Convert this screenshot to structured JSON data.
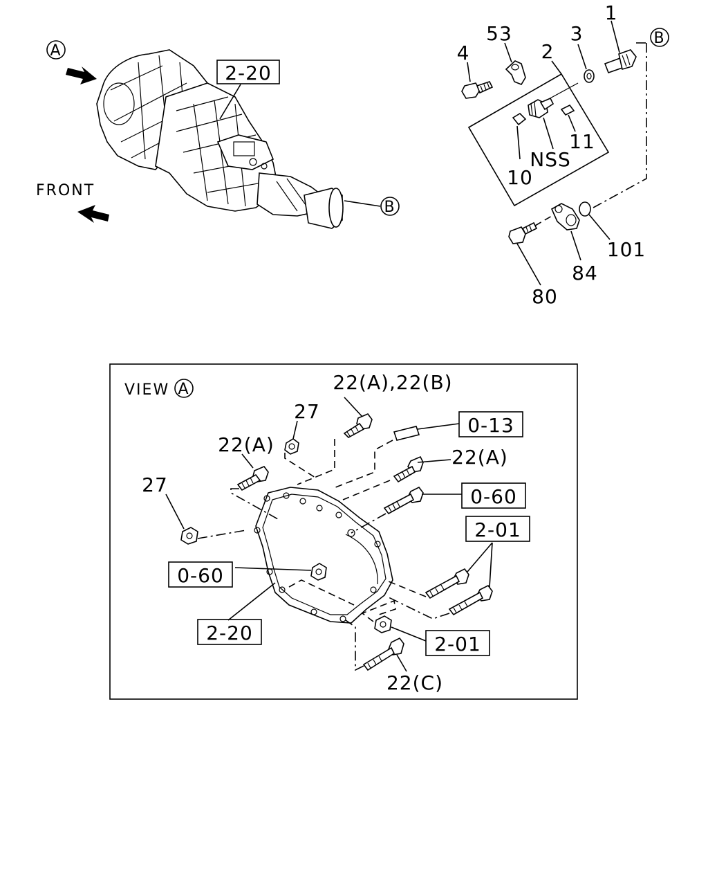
{
  "labels": {
    "circle_a": "A",
    "circle_b_top": "B",
    "circle_b_right": "B",
    "circle_a_view": "A",
    "front": "FRONT",
    "box_2_20_top": "2-20",
    "p1": "1",
    "p53": "53",
    "p3": "3",
    "p4": "4",
    "p2": "2",
    "p11": "11",
    "nss": "NSS",
    "p10": "10",
    "p101": "101",
    "p84": "84",
    "p80": "80",
    "view": "VIEW",
    "p22ab": "22(A),22(B)",
    "p27_top": "27",
    "box_0_13": "0-13",
    "p22a_left": "22(A)",
    "p22a_right": "22(A)",
    "p27_left": "27",
    "box_0_60_right": "0-60",
    "box_2_01_right": "2-01",
    "box_0_60_left": "0-60",
    "box_2_20_bottom": "2-20",
    "box_2_01_bottom": "2-01",
    "p22c": "22(C)"
  },
  "icons": {
    "front_arrow": "arrow-left-icon",
    "view_arrow": "arrow-right-icon"
  }
}
